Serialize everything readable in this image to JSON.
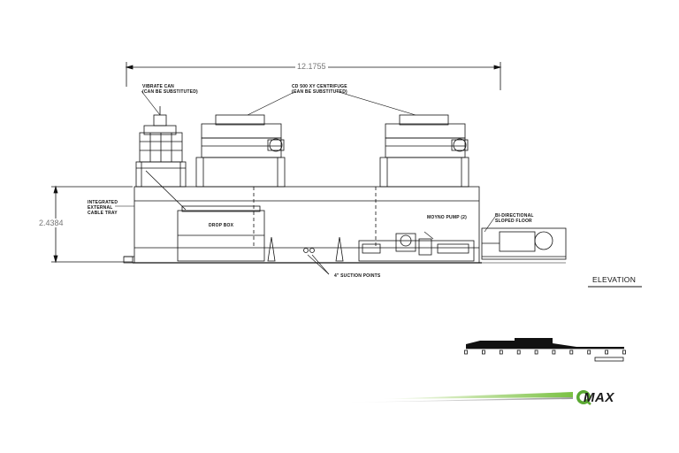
{
  "dimensions": {
    "overall_length": "12.1755",
    "height": "2.4384"
  },
  "labels": {
    "shaker_line1": "VIBRATE CAN",
    "shaker_line2": "(CAN BE SUBSTITUTED)",
    "centrifuge_line1": "CD 500 XY CENTRIFUGE",
    "centrifuge_line2": "(CAN BE SUBSTITUTED)",
    "cable_tray_line1": "INTEGRATED",
    "cable_tray_line2": "EXTERNAL",
    "cable_tray_line3": "CABLE TRAY",
    "drop_box": "DROP BOX",
    "pump": "MOYNO PUMP (2)",
    "floor_line1": "BI-DIRECTIONAL",
    "floor_line2": "SLOPED FLOOR",
    "suction": "4\" SUCTION POINTS",
    "view_title": "ELEVATION"
  },
  "brand": {
    "name": "MAX",
    "mark": "Q",
    "accent_color": "#7ac143",
    "mark_color": "#5aa832"
  },
  "scale_bar": {
    "segments": 10
  }
}
